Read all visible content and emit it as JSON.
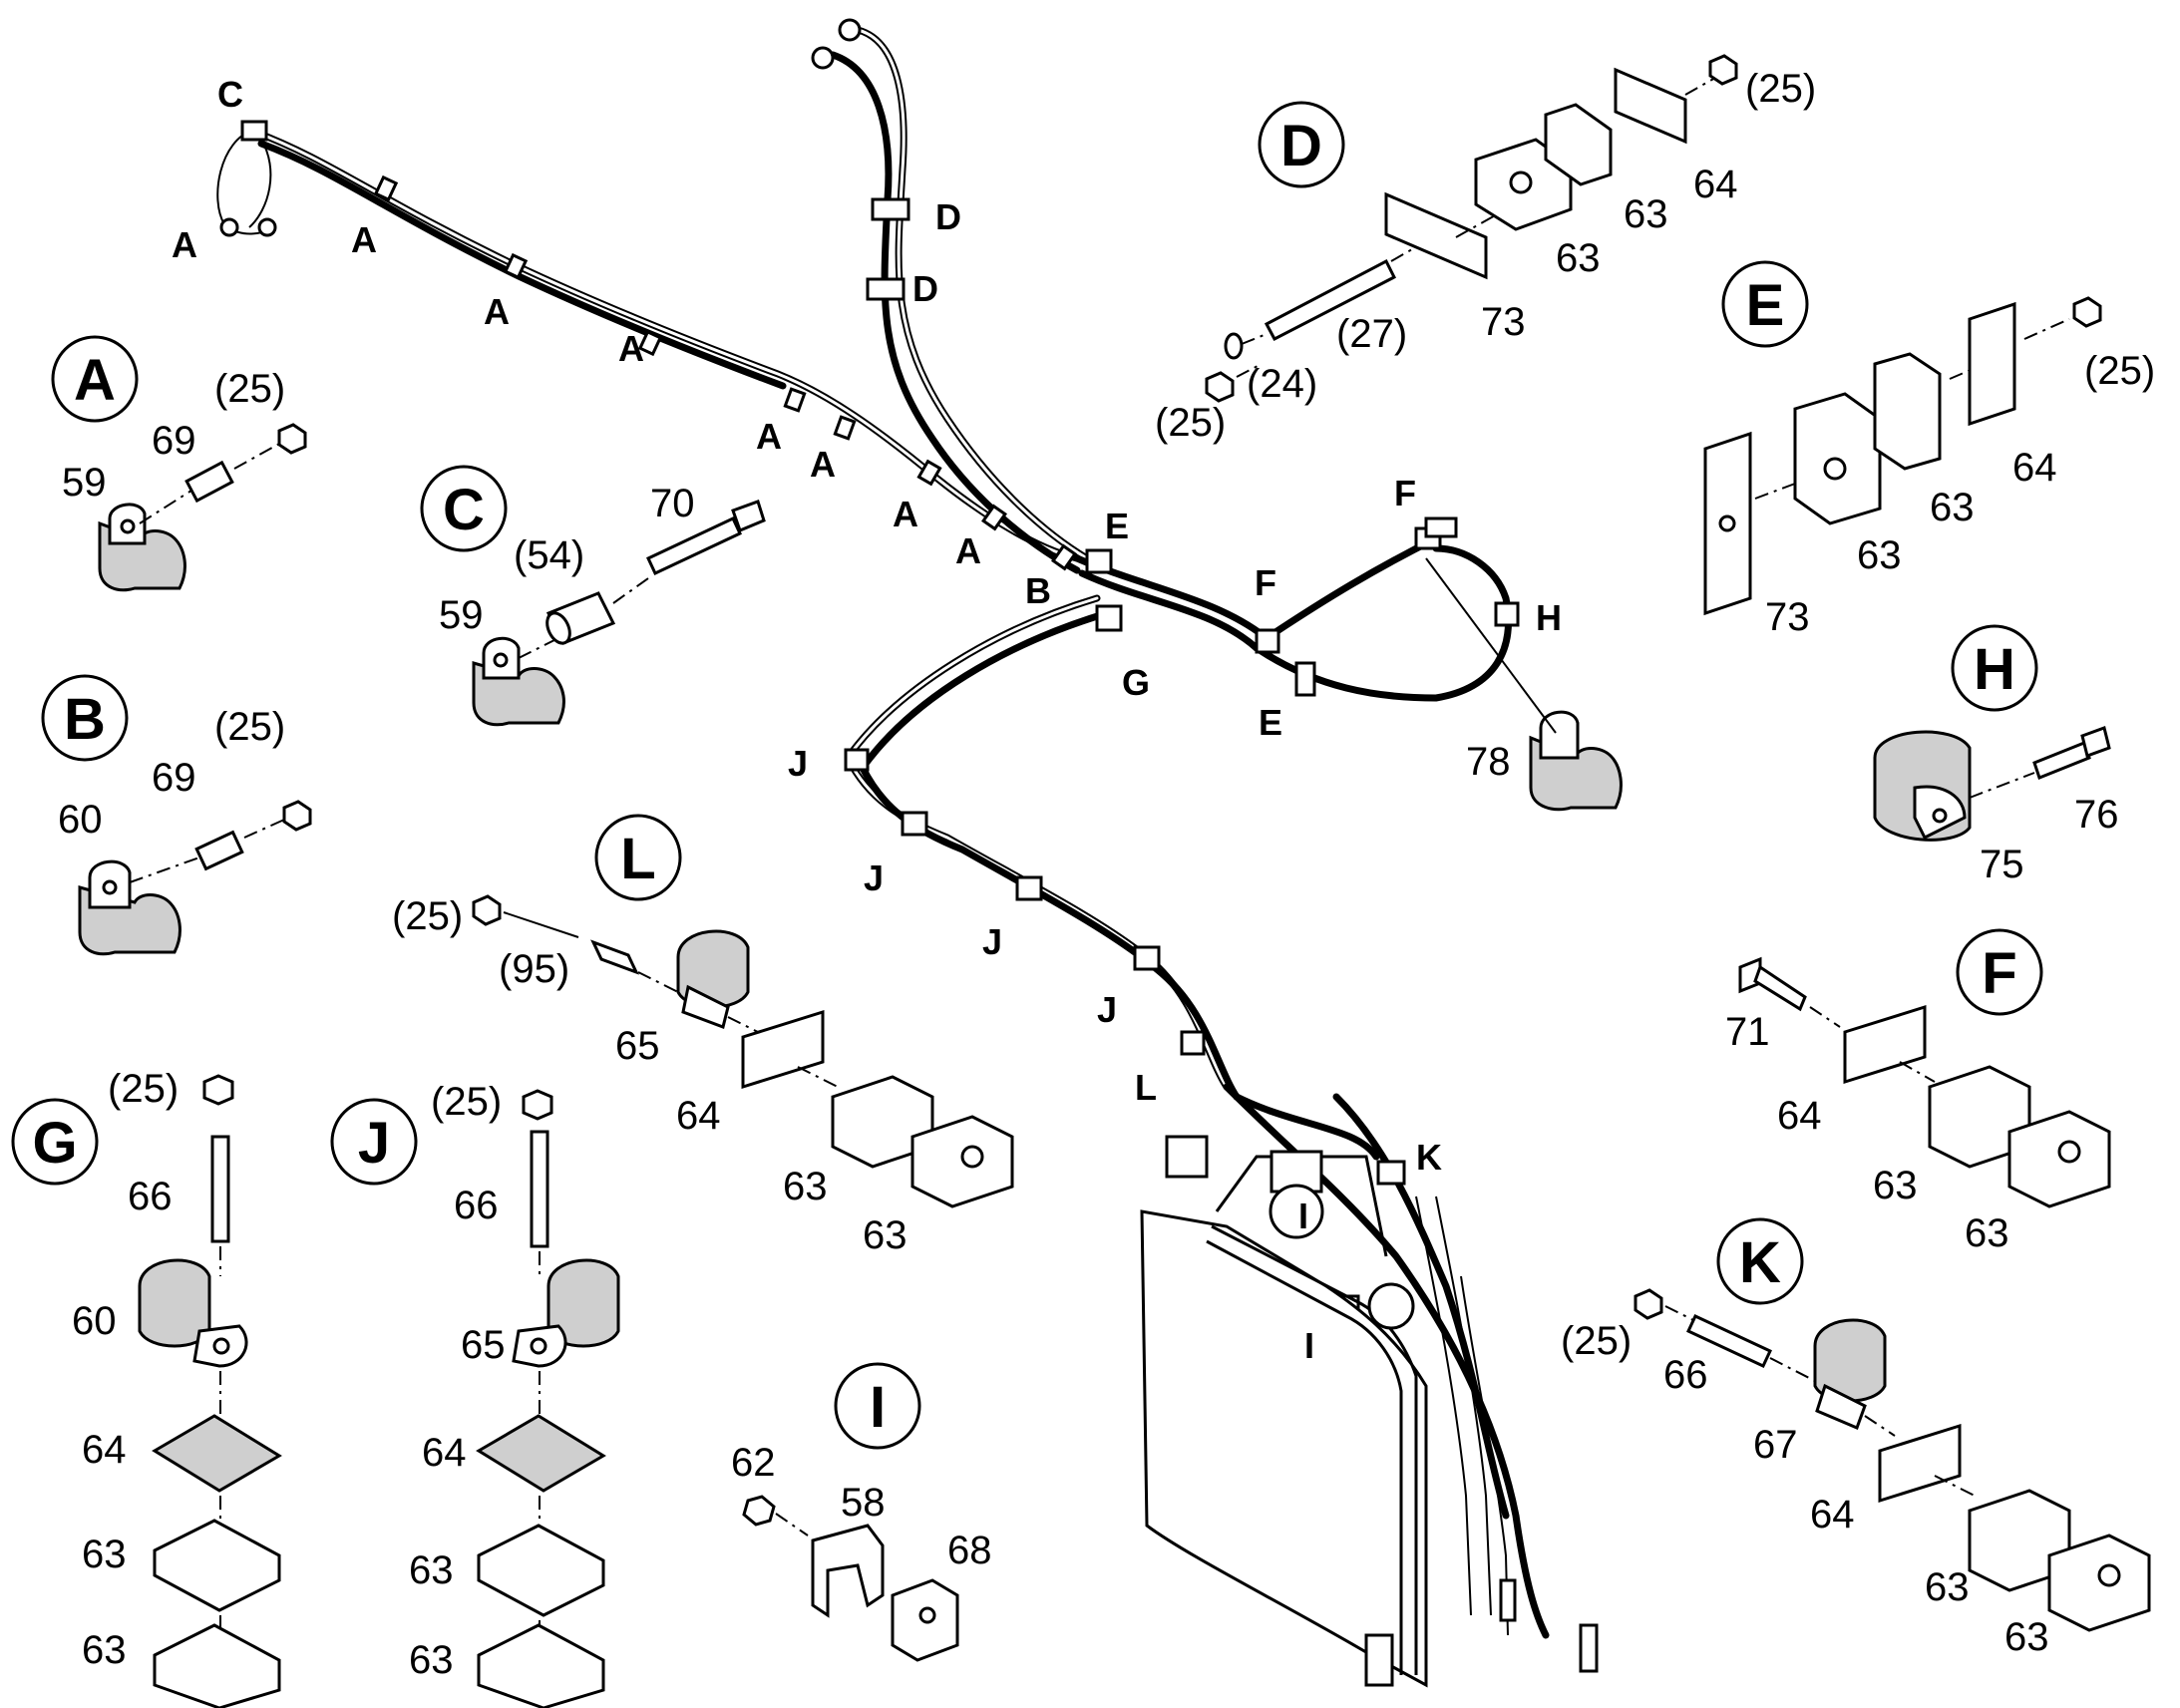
{
  "detail_circles": [
    "A",
    "B",
    "C",
    "D",
    "E",
    "F",
    "G",
    "H",
    "I",
    "J",
    "K",
    "L"
  ],
  "detail_parts": {
    "A": [
      "59",
      "69",
      "(25)"
    ],
    "B": [
      "60",
      "69",
      "(25)"
    ],
    "C": [
      "59",
      "(54)",
      "70"
    ],
    "D": [
      "(25)",
      "(24)",
      "(27)",
      "73",
      "63",
      "63",
      "64",
      "(25)"
    ],
    "E": [
      "73",
      "63",
      "63",
      "64",
      "(25)"
    ],
    "F": [
      "71",
      "64",
      "63",
      "63"
    ],
    "G": [
      "(25)",
      "66",
      "60",
      "64",
      "63",
      "63"
    ],
    "H": [
      "75",
      "76"
    ],
    "I": [
      "62",
      "58",
      "68"
    ],
    "J": [
      "(25)",
      "66",
      "65",
      "64",
      "63",
      "63"
    ],
    "K": [
      "(25)",
      "66",
      "67",
      "64",
      "63",
      "63"
    ],
    "L": [
      "(25)",
      "(95)",
      "65",
      "64",
      "63",
      "63"
    ]
  },
  "harness_locators": [
    "C",
    "A",
    "A",
    "A",
    "A",
    "A",
    "A",
    "A",
    "A",
    "D",
    "D",
    "E",
    "B",
    "F",
    "F",
    "H",
    "G",
    "E",
    "78",
    "J",
    "J",
    "J",
    "J",
    "L",
    "K",
    "I",
    "I"
  ]
}
